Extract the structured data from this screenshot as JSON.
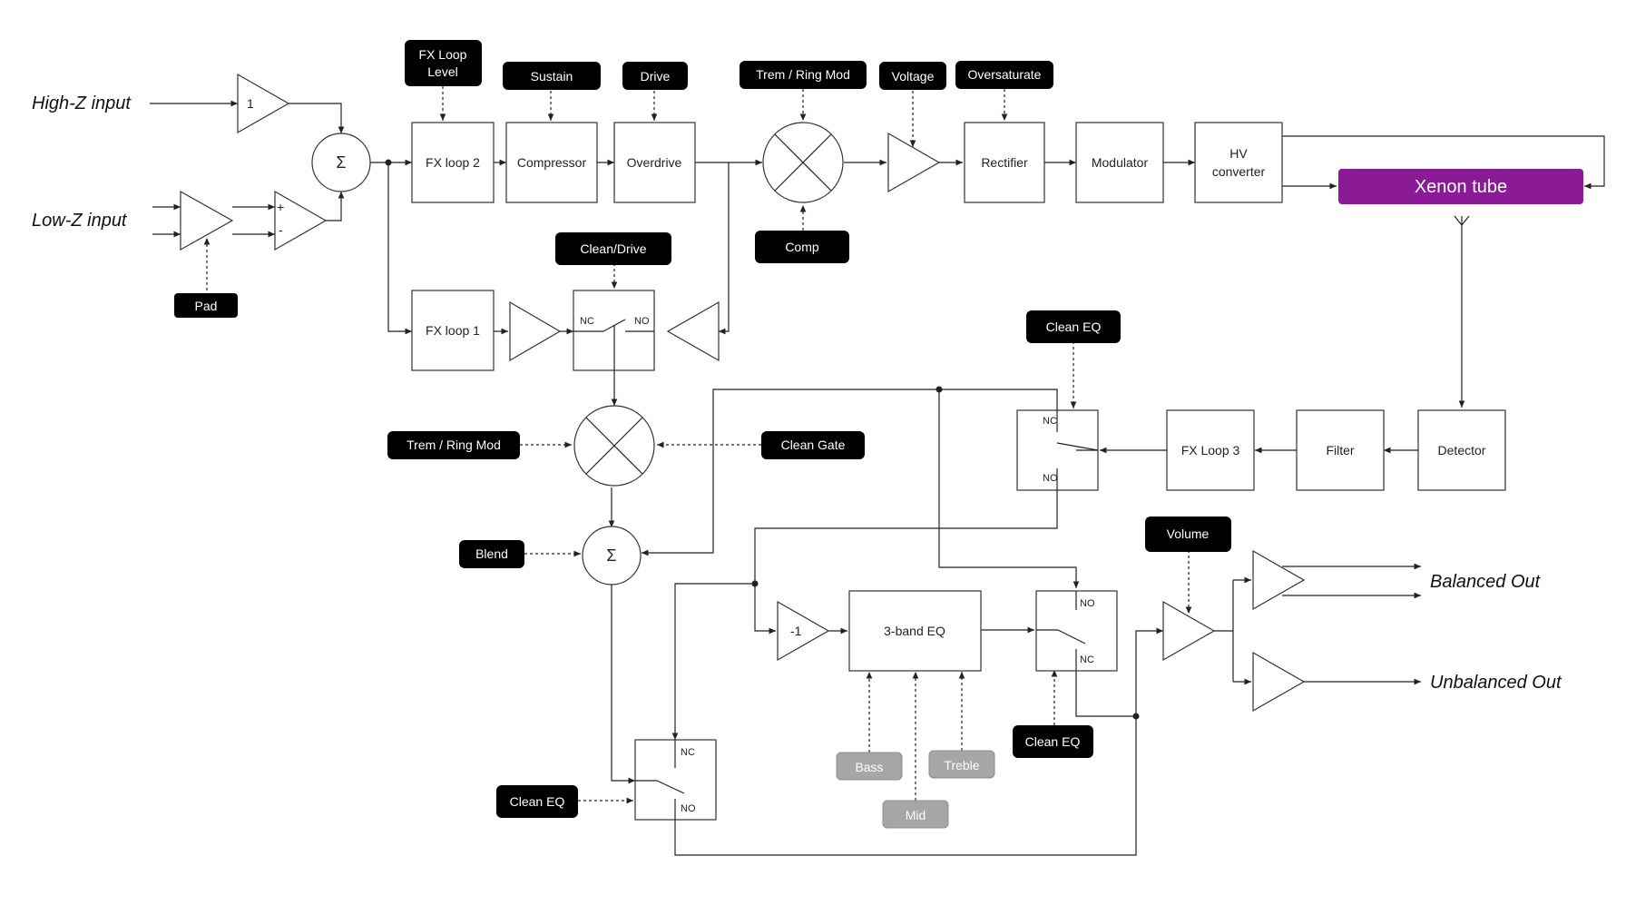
{
  "inputs": {
    "high_z": "High-Z input",
    "low_z": "Low-Z input"
  },
  "outputs": {
    "balanced": "Balanced Out",
    "unbalanced": "Unbalanced Out"
  },
  "symbols": {
    "sum": "Σ",
    "unity_gain": "1",
    "invert": "-1",
    "plus": "+",
    "minus": "-",
    "nc": "NC",
    "no": "NO"
  },
  "blocks": {
    "fx_loop_2": "FX loop 2",
    "compressor": "Compressor",
    "overdrive": "Overdrive",
    "rectifier": "Rectifier",
    "modulator": "Modulator",
    "hv_converter_1": "HV",
    "hv_converter_2": "converter",
    "xenon_tube": "Xenon tube",
    "fx_loop_1": "FX loop 1",
    "detector": "Detector",
    "filter": "Filter",
    "fx_loop_3": "FX Loop 3",
    "eq_3band": "3-band EQ"
  },
  "controls": {
    "fx_loop_level_1": "FX Loop",
    "fx_loop_level_2": "Level",
    "sustain": "Sustain",
    "drive": "Drive",
    "trem_ring_mod_top": "Trem / Ring Mod",
    "voltage": "Voltage",
    "oversaturate": "Oversaturate",
    "comp": "Comp",
    "pad": "Pad",
    "clean_drive": "Clean/Drive",
    "clean_eq_top": "Clean EQ",
    "trem_ring_mod_mid": "Trem / Ring Mod",
    "clean_gate": "Clean Gate",
    "blend": "Blend",
    "volume": "Volume",
    "clean_eq_mid": "Clean EQ",
    "clean_eq_bottom": "Clean EQ",
    "bass": "Bass",
    "treble": "Treble",
    "mid": "Mid"
  },
  "colors": {
    "xenon": "#8b1a96",
    "control_black": "#000000",
    "control_grey": "#a6a6a6"
  }
}
